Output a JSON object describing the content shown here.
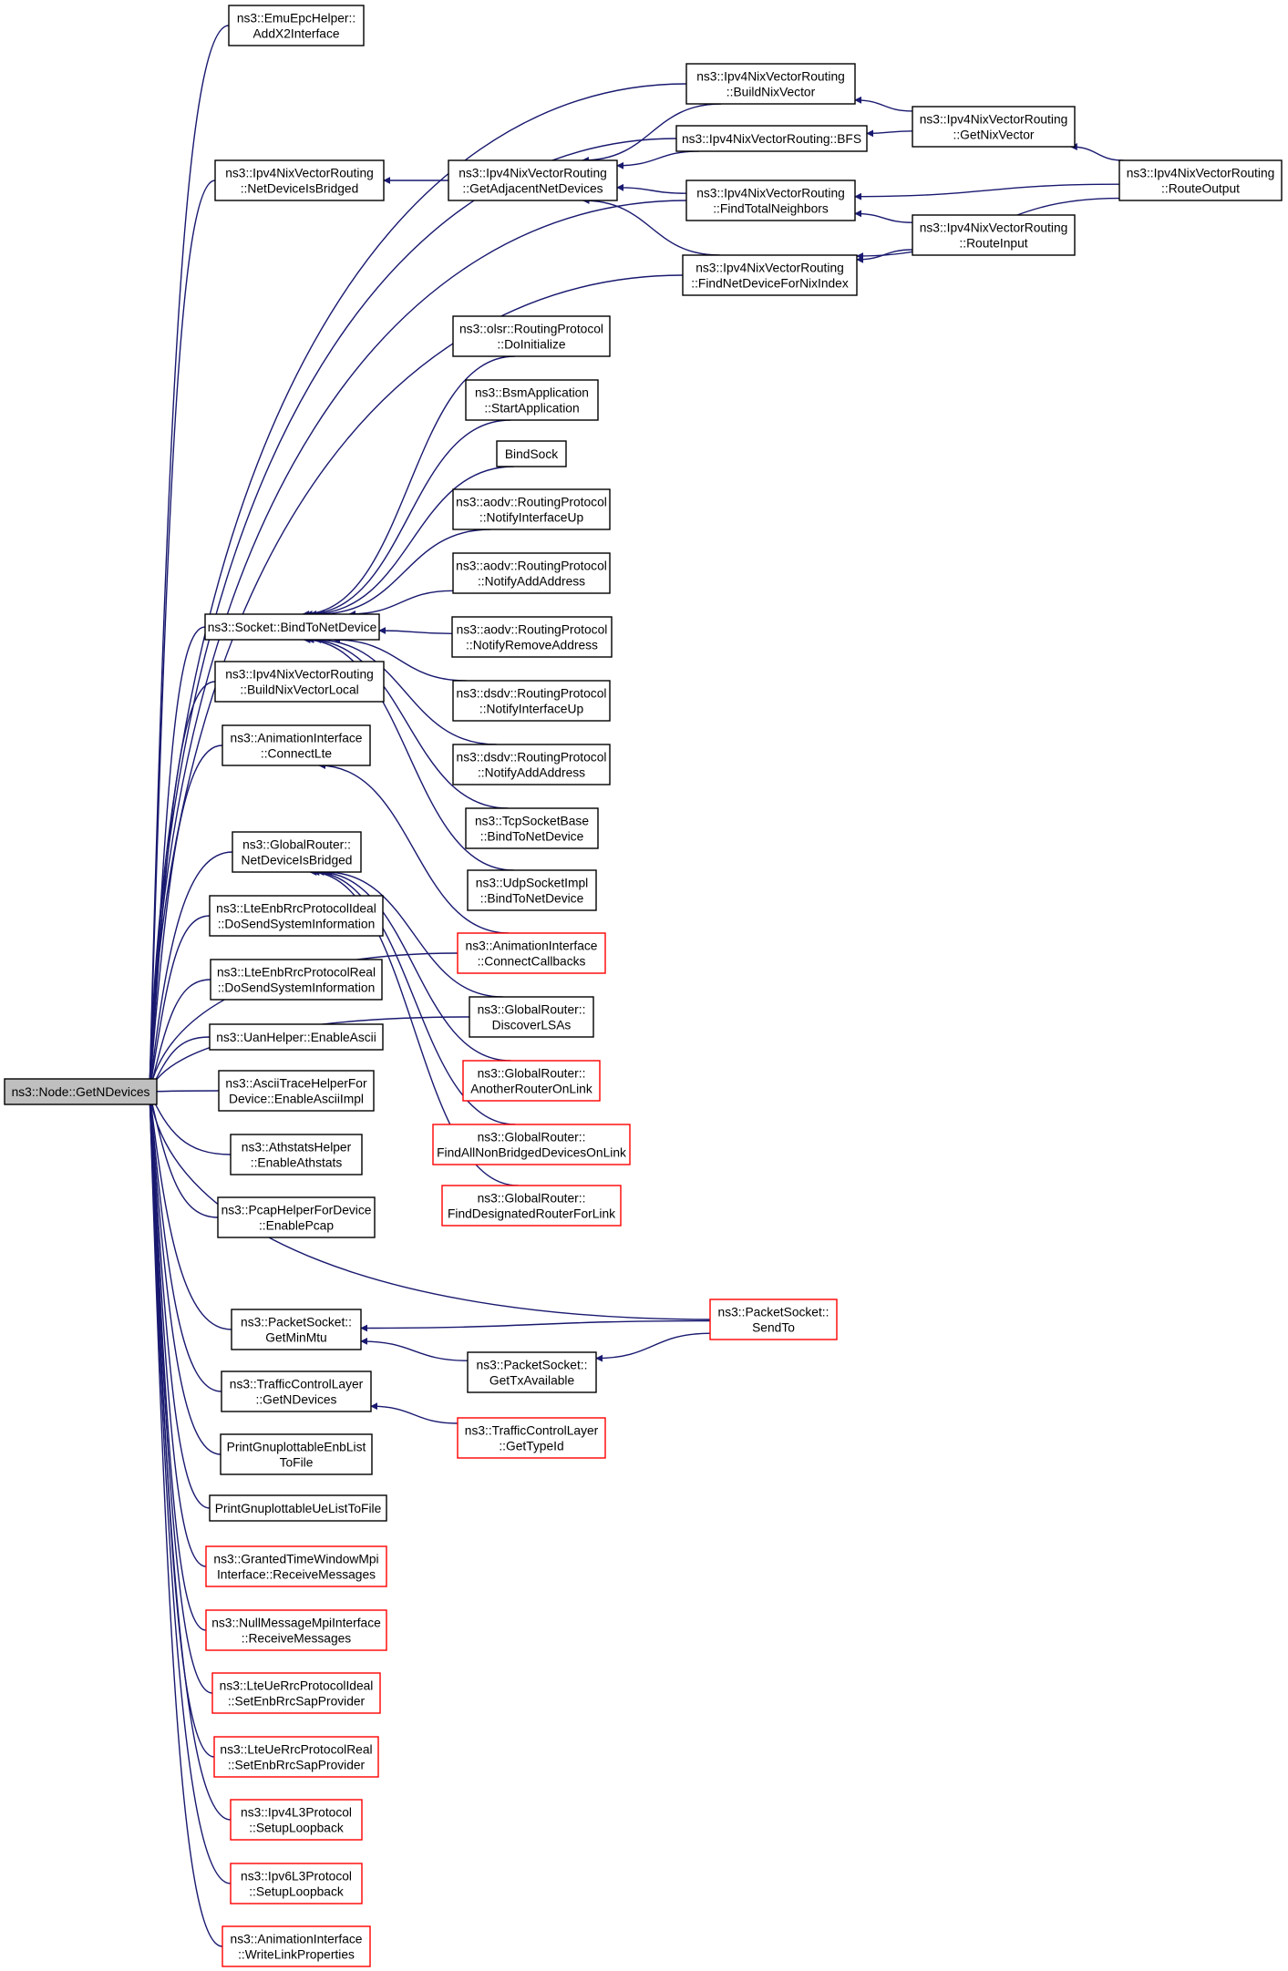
{
  "colors": {
    "edge": "#191970",
    "node_border": "#000000",
    "truncated_node_border": "#ff0000",
    "root_fill": "#bfbfbf",
    "node_fill": "#ffffff"
  },
  "nodes": [
    {
      "id": "root",
      "lines": [
        "ns3::Node::GetNDevices"
      ],
      "root": true
    },
    {
      "id": "emu",
      "lines": [
        "ns3::EmuEpcHelper::",
        "AddX2Interface"
      ]
    },
    {
      "id": "buildnix",
      "lines": [
        "ns3::Ipv4NixVectorRouting",
        "::BuildNixVector"
      ]
    },
    {
      "id": "bfs",
      "lines": [
        "ns3::Ipv4NixVectorRouting::BFS"
      ]
    },
    {
      "id": "getnix",
      "lines": [
        "ns3::Ipv4NixVectorRouting",
        "::GetNixVector"
      ]
    },
    {
      "id": "routeoutput",
      "lines": [
        "ns3::Ipv4NixVectorRouting",
        "::RouteOutput"
      ]
    },
    {
      "id": "nixbridged",
      "lines": [
        "ns3::Ipv4NixVectorRouting",
        "::NetDeviceIsBridged"
      ]
    },
    {
      "id": "getadj",
      "lines": [
        "ns3::Ipv4NixVectorRouting",
        "::GetAdjacentNetDevices"
      ]
    },
    {
      "id": "findtotal",
      "lines": [
        "ns3::Ipv4NixVectorRouting",
        "::FindTotalNeighbors"
      ]
    },
    {
      "id": "routeinput",
      "lines": [
        "ns3::Ipv4NixVectorRouting",
        "::RouteInput"
      ]
    },
    {
      "id": "findnetdev",
      "lines": [
        "ns3::Ipv4NixVectorRouting",
        "::FindNetDeviceForNixIndex"
      ]
    },
    {
      "id": "olsr",
      "lines": [
        "ns3::olsr::RoutingProtocol",
        "::DoInitialize"
      ]
    },
    {
      "id": "bsm",
      "lines": [
        "ns3::BsmApplication",
        "::StartApplication"
      ]
    },
    {
      "id": "bindsock",
      "lines": [
        "BindSock"
      ]
    },
    {
      "id": "aodvup",
      "lines": [
        "ns3::aodv::RoutingProtocol",
        "::NotifyInterfaceUp"
      ]
    },
    {
      "id": "aodvadd",
      "lines": [
        "ns3::aodv::RoutingProtocol",
        "::NotifyAddAddress"
      ]
    },
    {
      "id": "aodvremove",
      "lines": [
        "ns3::aodv::RoutingProtocol",
        "::NotifyRemoveAddress"
      ]
    },
    {
      "id": "socketbind",
      "lines": [
        "ns3::Socket::BindToNetDevice"
      ]
    },
    {
      "id": "dsdvup",
      "lines": [
        "ns3::dsdv::RoutingProtocol",
        "::NotifyInterfaceUp"
      ]
    },
    {
      "id": "dsdvadd",
      "lines": [
        "ns3::dsdv::RoutingProtocol",
        "::NotifyAddAddress"
      ]
    },
    {
      "id": "buildnixlocal",
      "lines": [
        "ns3::Ipv4NixVectorRouting",
        "::BuildNixVectorLocal"
      ]
    },
    {
      "id": "connectlte",
      "lines": [
        "ns3::AnimationInterface",
        "::ConnectLte"
      ]
    },
    {
      "id": "tcpbind",
      "lines": [
        "ns3::TcpSocketBase",
        "::BindToNetDevice"
      ]
    },
    {
      "id": "grbridged",
      "lines": [
        "ns3::GlobalRouter::",
        "NetDeviceIsBridged"
      ]
    },
    {
      "id": "udpbind",
      "lines": [
        "ns3::UdpSocketImpl",
        "::BindToNetDevice"
      ]
    },
    {
      "id": "connectcb",
      "lines": [
        "ns3::AnimationInterface",
        "::ConnectCallbacks"
      ],
      "truncated": true
    },
    {
      "id": "lteideal",
      "lines": [
        "ns3::LteEnbRrcProtocolIdeal",
        "::DoSendSystemInformation"
      ]
    },
    {
      "id": "ltereal",
      "lines": [
        "ns3::LteEnbRrcProtocolReal",
        "::DoSendSystemInformation"
      ]
    },
    {
      "id": "discoverlsas",
      "lines": [
        "ns3::GlobalRouter::",
        "DiscoverLSAs"
      ]
    },
    {
      "id": "uanascii",
      "lines": [
        "ns3::UanHelper::EnableAscii"
      ]
    },
    {
      "id": "anotherrouter",
      "lines": [
        "ns3::GlobalRouter::",
        "AnotherRouterOnLink"
      ],
      "truncated": true
    },
    {
      "id": "asciitrace",
      "lines": [
        "ns3::AsciiTraceHelperFor",
        "Device::EnableAsciiImpl"
      ]
    },
    {
      "id": "findallnonbridged",
      "lines": [
        "ns3::GlobalRouter::",
        "FindAllNonBridgedDevicesOnLink"
      ],
      "truncated": true
    },
    {
      "id": "athstats",
      "lines": [
        "ns3::AthstatsHelper",
        "::EnableAthstats"
      ]
    },
    {
      "id": "finddesignated",
      "lines": [
        "ns3::GlobalRouter::",
        "FindDesignatedRouterForLink"
      ],
      "truncated": true
    },
    {
      "id": "pcap",
      "lines": [
        "ns3::PcapHelperForDevice",
        "::EnablePcap"
      ]
    },
    {
      "id": "psendto",
      "lines": [
        "ns3::PacketSocket::",
        "SendTo"
      ],
      "truncated": true
    },
    {
      "id": "pminmtu",
      "lines": [
        "ns3::PacketSocket::",
        "GetMinMtu"
      ]
    },
    {
      "id": "ptxavail",
      "lines": [
        "ns3::PacketSocket::",
        "GetTxAvailable"
      ]
    },
    {
      "id": "tclgetn",
      "lines": [
        "ns3::TrafficControlLayer",
        "::GetNDevices"
      ]
    },
    {
      "id": "tclgettype",
      "lines": [
        "ns3::TrafficControlLayer",
        "::GetTypeId"
      ],
      "truncated": true
    },
    {
      "id": "gnuenb",
      "lines": [
        "PrintGnuplottableEnbList",
        "ToFile"
      ]
    },
    {
      "id": "gnuue",
      "lines": [
        "PrintGnuplottableUeListToFile"
      ]
    },
    {
      "id": "granted",
      "lines": [
        "ns3::GrantedTimeWindowMpi",
        "Interface::ReceiveMessages"
      ],
      "truncated": true
    },
    {
      "id": "nullmsg",
      "lines": [
        "ns3::NullMessageMpiInterface",
        "::ReceiveMessages"
      ],
      "truncated": true
    },
    {
      "id": "lteueideal",
      "lines": [
        "ns3::LteUeRrcProtocolIdeal",
        "::SetEnbRrcSapProvider"
      ],
      "truncated": true
    },
    {
      "id": "lteuereal",
      "lines": [
        "ns3::LteUeRrcProtocolReal",
        "::SetEnbRrcSapProvider"
      ],
      "truncated": true
    },
    {
      "id": "ipv4loop",
      "lines": [
        "ns3::Ipv4L3Protocol",
        "::SetupLoopback"
      ],
      "truncated": true
    },
    {
      "id": "ipv6loop",
      "lines": [
        "ns3::Ipv6L3Protocol",
        "::SetupLoopback"
      ],
      "truncated": true
    },
    {
      "id": "writelink",
      "lines": [
        "ns3::AnimationInterface",
        "::WriteLinkProperties"
      ],
      "truncated": true
    }
  ],
  "edges": [
    [
      "emu",
      "root"
    ],
    [
      "buildnix",
      "root"
    ],
    [
      "bfs",
      "root"
    ],
    [
      "nixbridged",
      "root"
    ],
    [
      "findtotal",
      "root"
    ],
    [
      "findnetdev",
      "root"
    ],
    [
      "socketbind",
      "root"
    ],
    [
      "buildnixlocal",
      "root"
    ],
    [
      "connectlte",
      "root"
    ],
    [
      "connectcb",
      "root"
    ],
    [
      "grbridged",
      "root"
    ],
    [
      "lteideal",
      "root"
    ],
    [
      "ltereal",
      "root"
    ],
    [
      "uanascii",
      "root"
    ],
    [
      "asciitrace",
      "root"
    ],
    [
      "athstats",
      "root"
    ],
    [
      "pcap",
      "root"
    ],
    [
      "psendto",
      "root"
    ],
    [
      "pminmtu",
      "root"
    ],
    [
      "tclgetn",
      "root"
    ],
    [
      "gnuenb",
      "root"
    ],
    [
      "gnuue",
      "root"
    ],
    [
      "granted",
      "root"
    ],
    [
      "nullmsg",
      "root"
    ],
    [
      "lteueideal",
      "root"
    ],
    [
      "lteuereal",
      "root"
    ],
    [
      "ipv4loop",
      "root"
    ],
    [
      "ipv6loop",
      "root"
    ],
    [
      "writelink",
      "root"
    ],
    [
      "discoverlsas",
      "root"
    ],
    [
      "getadj",
      "nixbridged"
    ],
    [
      "buildnix",
      "getadj"
    ],
    [
      "bfs",
      "getadj"
    ],
    [
      "findtotal",
      "getadj"
    ],
    [
      "findnetdev",
      "getadj"
    ],
    [
      "getnix",
      "buildnix"
    ],
    [
      "getnix",
      "bfs"
    ],
    [
      "routeoutput",
      "getnix"
    ],
    [
      "routeoutput",
      "findtotal"
    ],
    [
      "routeoutput",
      "findnetdev"
    ],
    [
      "routeinput",
      "findtotal"
    ],
    [
      "routeinput",
      "findnetdev"
    ],
    [
      "olsr",
      "socketbind"
    ],
    [
      "bsm",
      "socketbind"
    ],
    [
      "bindsock",
      "socketbind"
    ],
    [
      "aodvup",
      "socketbind"
    ],
    [
      "aodvadd",
      "socketbind"
    ],
    [
      "aodvremove",
      "socketbind"
    ],
    [
      "dsdvup",
      "socketbind"
    ],
    [
      "dsdvadd",
      "socketbind"
    ],
    [
      "tcpbind",
      "socketbind"
    ],
    [
      "udpbind",
      "socketbind"
    ],
    [
      "connectcb",
      "connectlte"
    ],
    [
      "discoverlsas",
      "grbridged"
    ],
    [
      "anotherrouter",
      "grbridged"
    ],
    [
      "findallnonbridged",
      "grbridged"
    ],
    [
      "finddesignated",
      "grbridged"
    ],
    [
      "psendto",
      "pminmtu"
    ],
    [
      "ptxavail",
      "pminmtu"
    ],
    [
      "psendto",
      "ptxavail"
    ],
    [
      "tclgettype",
      "tclgetn"
    ]
  ]
}
